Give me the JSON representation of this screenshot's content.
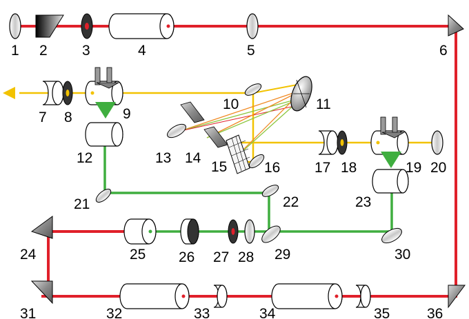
{
  "labels": {
    "l1": "1",
    "l2": "2",
    "l3": "3",
    "l4": "4",
    "l5": "5",
    "l6": "6",
    "l7": "7",
    "l8": "8",
    "l9": "9",
    "l10": "10",
    "l11": "11",
    "l12": "12",
    "l13": "13",
    "l14": "14",
    "l15": "15",
    "l16": "16",
    "l17": "17",
    "l18": "18",
    "l19": "19",
    "l20": "20",
    "l21": "21",
    "l22": "22",
    "l23": "23",
    "l24": "24",
    "l25": "25",
    "l26": "26",
    "l27": "27",
    "l28": "28",
    "l29": "29",
    "l30": "30",
    "l31": "31",
    "l32": "32",
    "l33": "33",
    "l34": "34",
    "l35": "35",
    "l36": "36"
  },
  "colors": {
    "red_beam": "#e0202a",
    "yellow_beam": "#f2c200",
    "green_beam": "#3fae3f",
    "orange_ray": "#f08a24",
    "green_ray": "#8cc63f",
    "component_gray": "#8c8c8c",
    "outline": "#000000"
  }
}
